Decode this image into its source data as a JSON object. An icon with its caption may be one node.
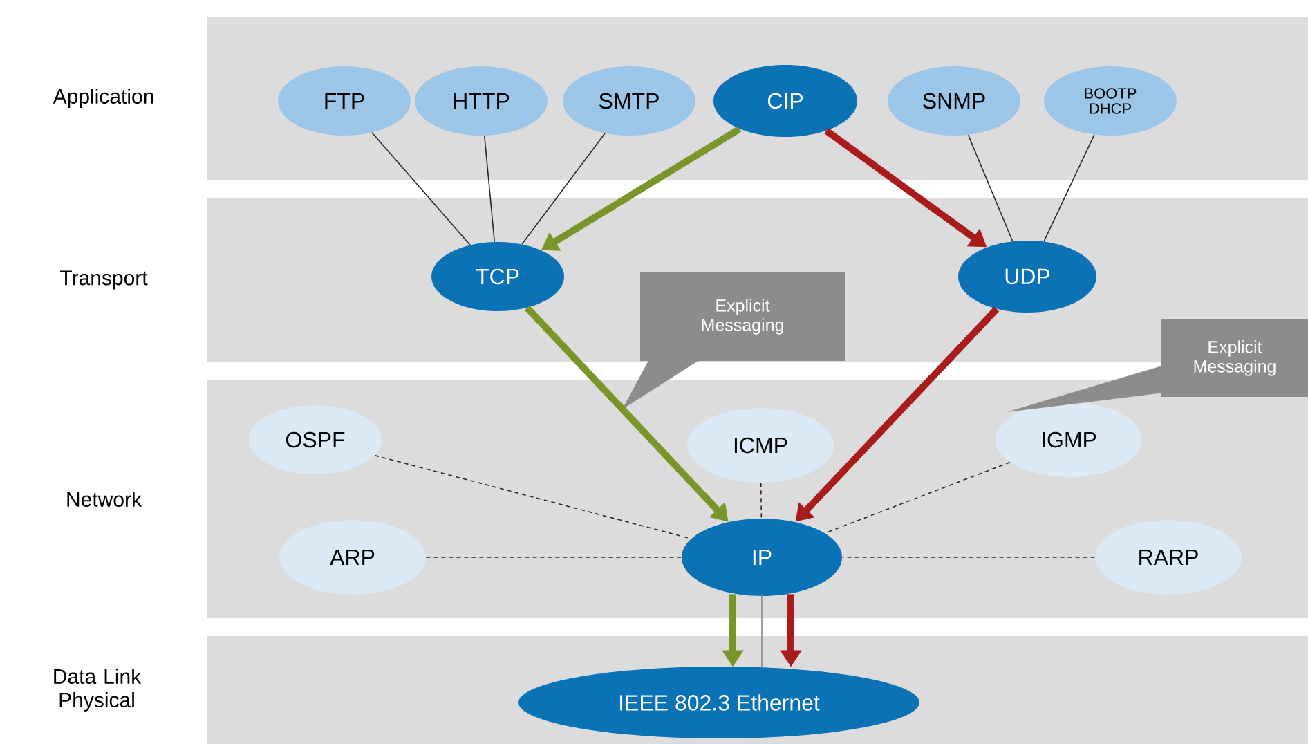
{
  "diagram": {
    "nodes": [
      {
        "text": [
          "Application"
        ]
      },
      {
        "text": [
          "FTP"
        ],
        "in": 0
      },
      {
        "text": [
          "HTTP"
        ],
        "in": 0
      },
      {
        "text": [
          "SMTP"
        ],
        "in": 0
      },
      {
        "text": [
          "CIP"
        ],
        "in": 0
      },
      {
        "text": [
          "SNMP"
        ],
        "in": 0
      },
      {
        "text": [
          "BOOTP DHCP"
        ],
        "in": 0
      },
      {
        "text": [
          "Transport"
        ]
      },
      {
        "text": [
          "TCP"
        ],
        "in": 7
      },
      {
        "text": [
          "Explicit Messaging"
        ],
        "in": 7
      },
      {
        "text": [
          "UDP"
        ],
        "in": 7
      },
      {
        "text": [
          "Explicit Messaging"
        ]
      },
      {
        "text": [
          "Network"
        ]
      },
      {
        "text": [
          "OSPF"
        ],
        "in": 12
      },
      {
        "text": [
          "ICMP"
        ],
        "in": 12
      },
      {
        "text": [
          "IGMP"
        ],
        "in": 12
      },
      {
        "text": [
          "ARP"
        ],
        "in": 12
      },
      {
        "text": [
          "IP"
        ],
        "in": 12
      },
      {
        "text": [
          "RARP"
        ],
        "in": 12
      },
      {
        "text": [
          "Data Link Physical"
        ]
      },
      {
        "text": [
          "IEEE 802.3 Ethernet"
        ],
        "in": 19
      }
    ],
    "edges": [
      {
        "from": 1,
        "to": 8,
        "arrow": "none"
      },
      {
        "from": 2,
        "to": 8,
        "arrow": "none"
      },
      {
        "from": 3,
        "to": 8,
        "arrow": "none"
      },
      {
        "from": 4,
        "to": 8,
        "arrow": "to",
        "style": "thick",
        "color": "#7a962a"
      },
      {
        "from": 4,
        "to": 10,
        "arrow": "to",
        "style": "thick",
        "color": "#a81c1c"
      },
      {
        "from": 5,
        "to": 10,
        "arrow": "none"
      },
      {
        "from": 6,
        "to": 10,
        "arrow": "none"
      },
      {
        "from": 8,
        "to": 17,
        "arrow": "to",
        "style": "thick",
        "color": "#7a962a"
      },
      {
        "from": 10,
        "to": 17,
        "arrow": "to",
        "style": "thick",
        "color": "#a81c1c"
      },
      {
        "from": 13,
        "to": 17,
        "arrow": "none",
        "style": "dashed"
      },
      {
        "from": 14,
        "to": 17,
        "arrow": "none",
        "style": "dashed"
      },
      {
        "from": 15,
        "to": 17,
        "arrow": "none",
        "style": "dashed"
      },
      {
        "from": 16,
        "to": 17,
        "arrow": "none",
        "style": "dashed"
      },
      {
        "from": 18,
        "to": 17,
        "arrow": "none",
        "style": "dashed"
      },
      {
        "from": 17,
        "to": 20,
        "arrow": "to",
        "style": "thick",
        "color": "#7a962a"
      },
      {
        "from": 17,
        "to": 20,
        "arrow": "to",
        "style": "thick",
        "color": "#a81c1c"
      },
      {
        "from": 17,
        "to": 20,
        "arrow": "none",
        "color": "#888888"
      }
    ]
  }
}
